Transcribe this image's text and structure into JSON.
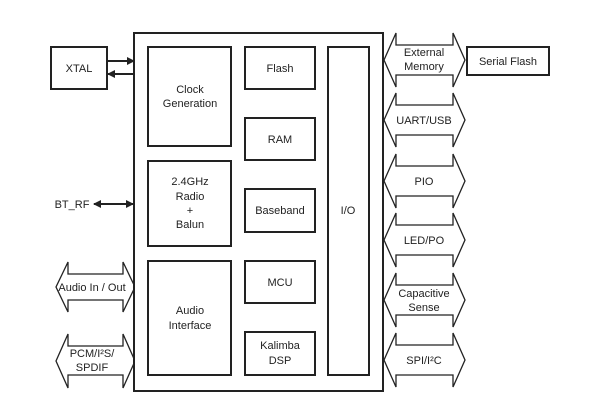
{
  "diagram": {
    "external_left": {
      "xtal": "XTAL",
      "bt_rf": "BT_RF",
      "audio_io": "Audio In / Out",
      "pcm_line1": "PCM/I²S/",
      "pcm_line2": "SPDIF"
    },
    "chip_blocks": {
      "clock_line1": "Clock",
      "clock_line2": "Generation",
      "radio_line1": "2.4GHz",
      "radio_line2": "Radio",
      "radio_line3": "+",
      "radio_line4": "Balun",
      "audio_if_line1": "Audio",
      "audio_if_line2": "Interface",
      "flash": "Flash",
      "ram": "RAM",
      "baseband": "Baseband",
      "mcu": "MCU",
      "dsp_line1": "Kalimba",
      "dsp_line2": "DSP",
      "io": "I/O"
    },
    "interfaces_right": {
      "ext_mem_line1": "External",
      "ext_mem_line2": "Memory",
      "uart_usb": "UART/USB",
      "pio": "PIO",
      "led_po": "LED/PO",
      "cap_line1": "Capacitive",
      "cap_line2": "Sense",
      "spi_i2c": "SPI/I²C"
    },
    "external_right": {
      "serial_flash": "Serial Flash"
    }
  }
}
